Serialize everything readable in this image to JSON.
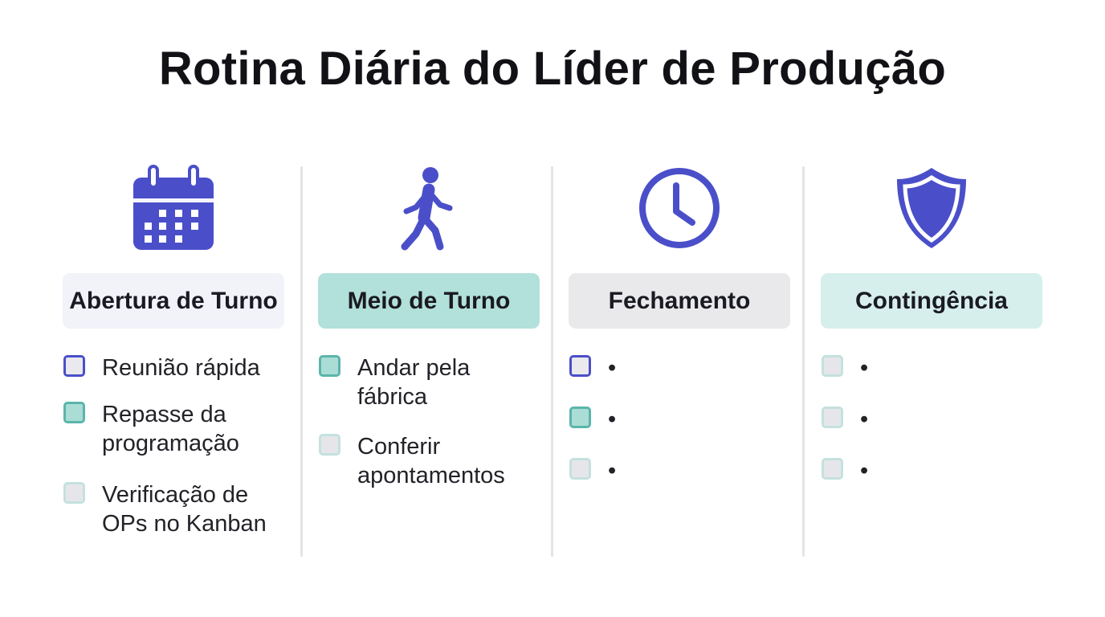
{
  "title": "Rotina Diária do Líder de Produção",
  "colors": {
    "primary": "#4a4fc9",
    "teal_light": "#b2e0da",
    "grey_light": "#e9e9ec",
    "pale_blue": "#f1f3f9",
    "pale_teal": "#d6efec",
    "divider": "#e4e4e8"
  },
  "columns": [
    {
      "icon": "calendar-icon",
      "header": "Abertura de Turno",
      "header_color": "#f1f3f9",
      "items": [
        {
          "text": "Reunião rápida",
          "checkbox_style": "indigo"
        },
        {
          "text": "Repasse da programação",
          "checkbox_style": "teal"
        },
        {
          "text": "Verificação de OPs no Kanban",
          "checkbox_style": "grey"
        }
      ]
    },
    {
      "icon": "walking-person-icon",
      "header": "Meio de Turno",
      "header_color": "#b2e0da",
      "items": [
        {
          "text": "Andar pela fábrica",
          "checkbox_style": "teal"
        },
        {
          "text": "Conferir apontamentos",
          "checkbox_style": "grey"
        }
      ]
    },
    {
      "icon": "clock-icon",
      "header": "Fechamento",
      "header_color": "#e9e9ec",
      "items": [
        {
          "text": "•",
          "checkbox_style": "indigo"
        },
        {
          "text": "•",
          "checkbox_style": "teal"
        },
        {
          "text": "•",
          "checkbox_style": "grey"
        }
      ]
    },
    {
      "icon": "shield-icon",
      "header": "Contingência",
      "header_color": "#d6efec",
      "items": [
        {
          "text": "•",
          "checkbox_style": "grey"
        },
        {
          "text": "•",
          "checkbox_style": "grey"
        },
        {
          "text": "•",
          "checkbox_style": "grey"
        }
      ]
    }
  ]
}
